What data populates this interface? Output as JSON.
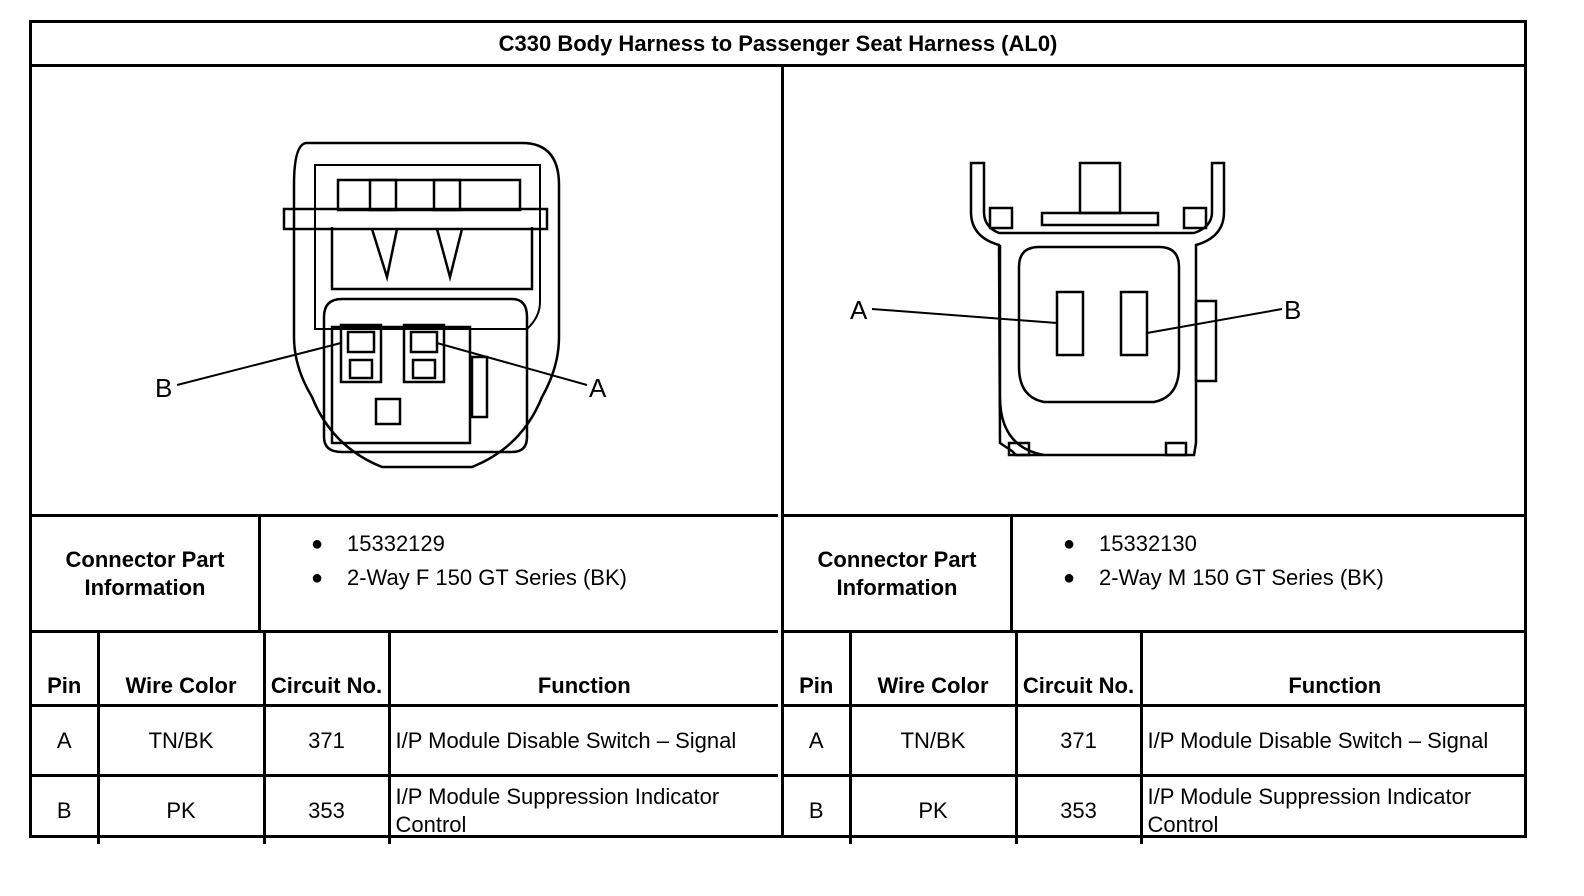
{
  "title": "C330 Body Harness to Passenger Seat Harness (AL0)",
  "left": {
    "diagram_labels": {
      "a": "A",
      "b": "B"
    },
    "info_label": "Connector Part Information",
    "info_items": [
      "15332129",
      "2-Way F 150 GT Series (BK)"
    ],
    "headers": {
      "pin": "Pin",
      "wire_color": "Wire Color",
      "circuit": "Circuit No.",
      "function": "Function"
    },
    "rows": [
      {
        "pin": "A",
        "wire_color": "TN/BK",
        "circuit": "371",
        "function": "I/P Module Disable Switch – Signal"
      },
      {
        "pin": "B",
        "wire_color": "PK",
        "circuit": "353",
        "function": "I/P Module Suppression Indicator Control"
      }
    ]
  },
  "right": {
    "diagram_labels": {
      "a": "A",
      "b": "B"
    },
    "info_label": "Connector Part Information",
    "info_items": [
      "15332130",
      "2-Way M 150 GT Series (BK)"
    ],
    "headers": {
      "pin": "Pin",
      "wire_color": "Wire Color",
      "circuit": "Circuit No.",
      "function": "Function"
    },
    "rows": [
      {
        "pin": "A",
        "wire_color": "TN/BK",
        "circuit": "371",
        "function": "I/P Module Disable Switch – Signal"
      },
      {
        "pin": "B",
        "wire_color": "PK",
        "circuit": "353",
        "function": "I/P Module Suppression Indicator Control"
      }
    ]
  }
}
